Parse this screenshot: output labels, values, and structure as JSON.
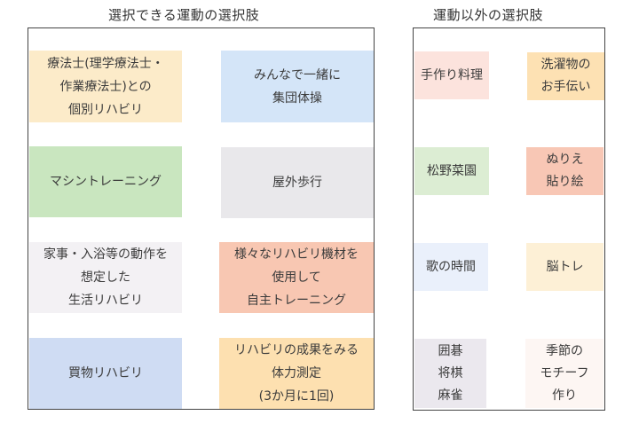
{
  "left_section": {
    "title": "選択できる運動の選択肢",
    "items": [
      {
        "lines": [
          "療法士(理学療法士・",
          "作業療法士)との",
          "個別リハビリ"
        ],
        "color": "#fcebc9"
      },
      {
        "lines": [
          "みんなで一緒に",
          "集団体操"
        ],
        "color": "#d4e5f8"
      },
      {
        "lines": [
          "マシントレーニング"
        ],
        "color": "#c9e6bf"
      },
      {
        "lines": [
          "屋外歩行"
        ],
        "color": "#e9e8eb"
      },
      {
        "lines": [
          "家事・入浴等の動作を",
          "想定した",
          "生活リハビリ"
        ],
        "color": "#f3f1f4"
      },
      {
        "lines": [
          "様々なリハビリ機材を",
          "使用して",
          "自主トレーニング"
        ],
        "color": "#f8c7b2"
      },
      {
        "lines": [
          "買物リハビリ"
        ],
        "color": "#cfdcf3"
      },
      {
        "lines": [
          "リハビリの成果をみる",
          "体力測定",
          "(3か月に1回)"
        ],
        "color": "#fde0b0"
      }
    ]
  },
  "right_section": {
    "title": "運動以外の選択肢",
    "items": [
      {
        "lines": [
          "手作り料理"
        ],
        "color": "#fce3dd"
      },
      {
        "lines": [
          "洗濯物の",
          "お手伝い"
        ],
        "color": "#fde1b3"
      },
      {
        "lines": [
          "松野菜園"
        ],
        "color": "#dcedd3"
      },
      {
        "lines": [
          "ぬりえ",
          "貼り絵"
        ],
        "color": "#f8c7b5"
      },
      {
        "lines": [
          "歌の時間"
        ],
        "color": "#eaf0fb"
      },
      {
        "lines": [
          "脳トレ"
        ],
        "color": "#fdf0d6"
      },
      {
        "lines": [
          "囲碁",
          "将棋",
          "麻雀"
        ],
        "color": "#ebe8ee"
      },
      {
        "lines": [
          "季節の",
          "モチーフ",
          "作り"
        ],
        "color": "#fdf6f3"
      }
    ]
  }
}
